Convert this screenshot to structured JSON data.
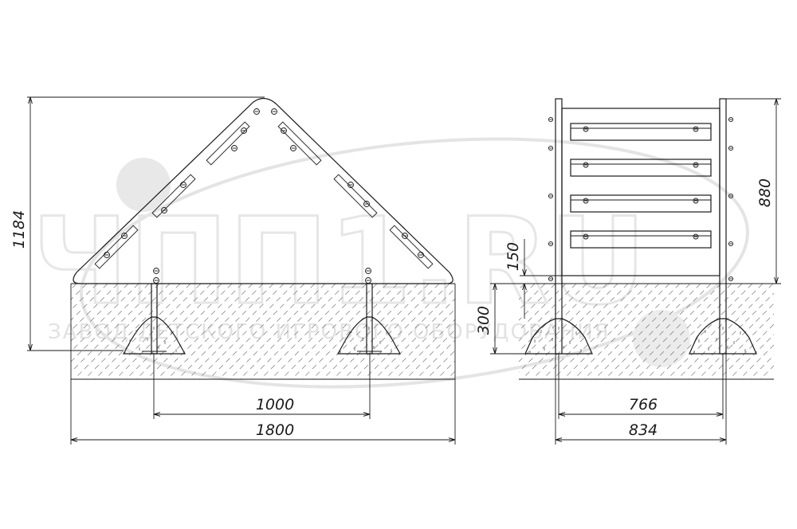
{
  "watermark": {
    "logo_text": "ЧПП1.RU",
    "tagline": "ЗАВОД ДЕТСКОГО ИГРОВОГО ОБОРУДОВАНИЯ"
  },
  "left_view": {
    "dimensions": {
      "height": "1184",
      "post_spacing": "1000",
      "total_width": "1800"
    }
  },
  "right_view": {
    "dimensions": {
      "height": "880",
      "clearance": "150",
      "foundation_depth": "300",
      "inner_width": "766",
      "outer_width": "834"
    }
  }
}
